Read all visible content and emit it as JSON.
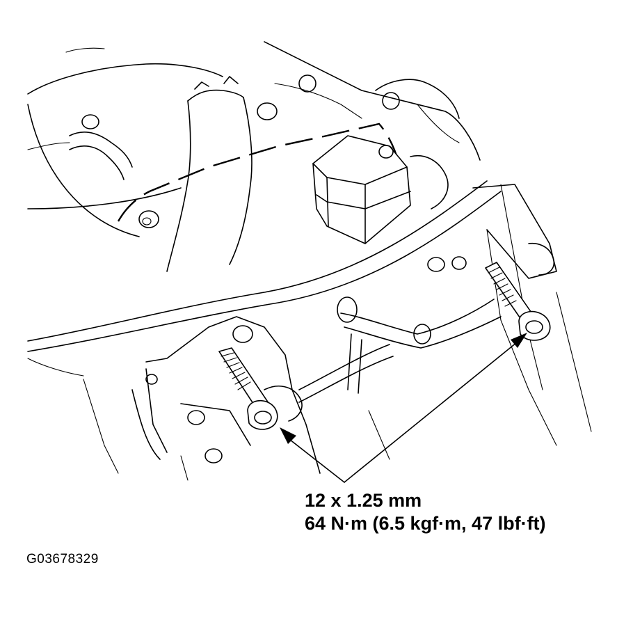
{
  "callout": {
    "bolt_size": "12 x 1.25 mm",
    "torque": "64 N·m (6.5 kgf·m, 47 lbf·ft)"
  },
  "figure_id": "G03678329"
}
